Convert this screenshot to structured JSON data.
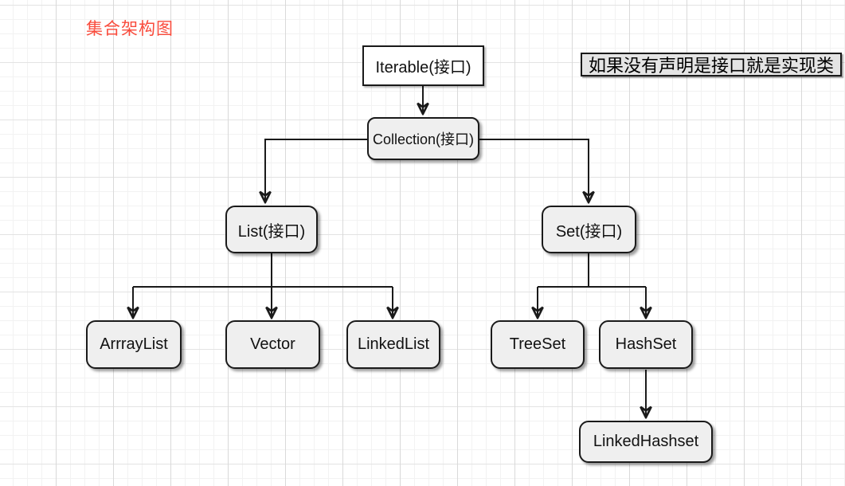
{
  "title": {
    "text": "集合架构图",
    "color": "#f94b3c"
  },
  "note": {
    "text": "如果没有声明是接口就是实现类"
  },
  "nodes": {
    "iterable": {
      "label": "Iterable(接口)",
      "shape": "rectangle",
      "fill": "#ffffff"
    },
    "collection": {
      "label": "Collection(接口)",
      "shape": "rounded-rect",
      "fill": "#efefef"
    },
    "list": {
      "label": "List(接口)",
      "shape": "rounded-rect",
      "fill": "#efefef"
    },
    "set": {
      "label": "Set(接口)",
      "shape": "rounded-rect",
      "fill": "#efefef"
    },
    "arraylist": {
      "label": "ArrrayList",
      "shape": "rounded-rect",
      "fill": "#efefef"
    },
    "vector": {
      "label": "Vector",
      "shape": "rounded-rect",
      "fill": "#efefef"
    },
    "linkedlist": {
      "label": "LinkedList",
      "shape": "rounded-rect",
      "fill": "#efefef"
    },
    "treeset": {
      "label": "TreeSet",
      "shape": "rounded-rect",
      "fill": "#efefef"
    },
    "hashset": {
      "label": "HashSet",
      "shape": "rounded-rect",
      "fill": "#efefef"
    },
    "linkedhashset": {
      "label": "LinkedHashset",
      "shape": "rounded-rect",
      "fill": "#efefef"
    }
  },
  "edges": [
    {
      "from": "Iterable(接口)",
      "to": "Collection(接口)"
    },
    {
      "from": "Collection(接口)",
      "to": "List(接口)"
    },
    {
      "from": "Collection(接口)",
      "to": "Set(接口)"
    },
    {
      "from": "List(接口)",
      "to": "ArrrayList"
    },
    {
      "from": "List(接口)",
      "to": "Vector"
    },
    {
      "from": "List(接口)",
      "to": "LinkedList"
    },
    {
      "from": "Set(接口)",
      "to": "TreeSet"
    },
    {
      "from": "Set(接口)",
      "to": "HashSet"
    },
    {
      "from": "HashSet",
      "to": "LinkedHashset"
    }
  ],
  "colors": {
    "stroke": "#1a1a1a",
    "node_fill": "#efefef",
    "note_fill": "#e4e4e4",
    "title_red": "#f94b3c",
    "grid_minor": "#f2f2f2",
    "grid_major": "#dcdcdc"
  }
}
